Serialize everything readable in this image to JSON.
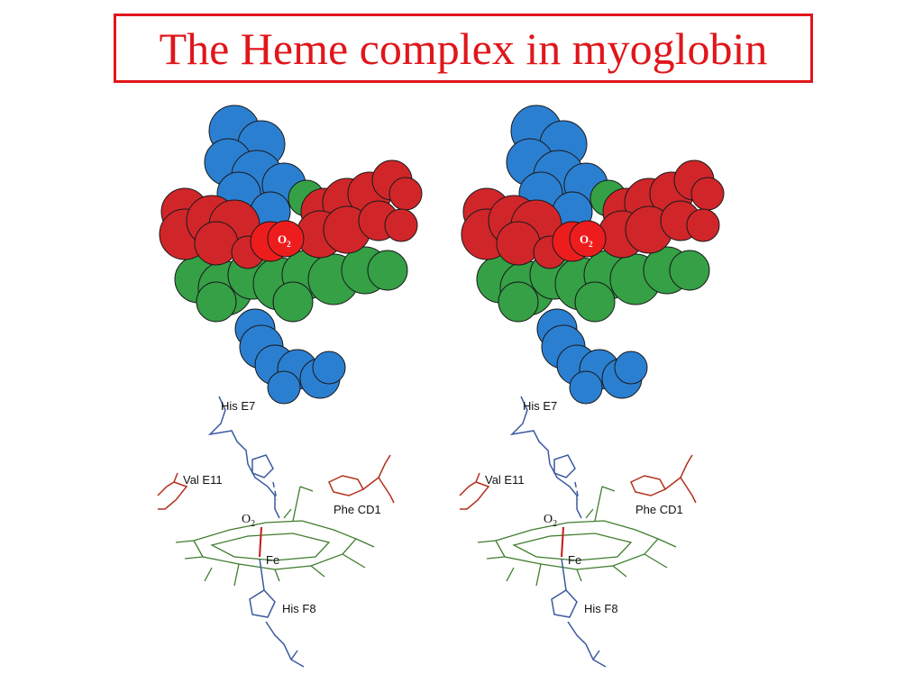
{
  "title": "The Heme complex in myoglobin",
  "colors": {
    "title": "#e0161b",
    "blue_atoms": "#2b7fd1",
    "red_atoms": "#d0262a",
    "green_atoms": "#35a046",
    "o2_atoms": "#ee1d1d",
    "his_chain": "#3b5aa0",
    "phe_val_chain": "#b2301c",
    "heme_green": "#3f7d2e"
  },
  "space_fill": {
    "o2_label": "O",
    "o2_subscript": "2"
  },
  "stick_model": {
    "labels": {
      "his_e7": "His E7",
      "val_e11": "Val E11",
      "phe_cd1": "Phe CD1",
      "o2": "O",
      "o2_sub": "2",
      "fe": "Fe",
      "his_f8": "His F8"
    }
  },
  "icons": [
    "space-filling-model",
    "stick-model"
  ]
}
